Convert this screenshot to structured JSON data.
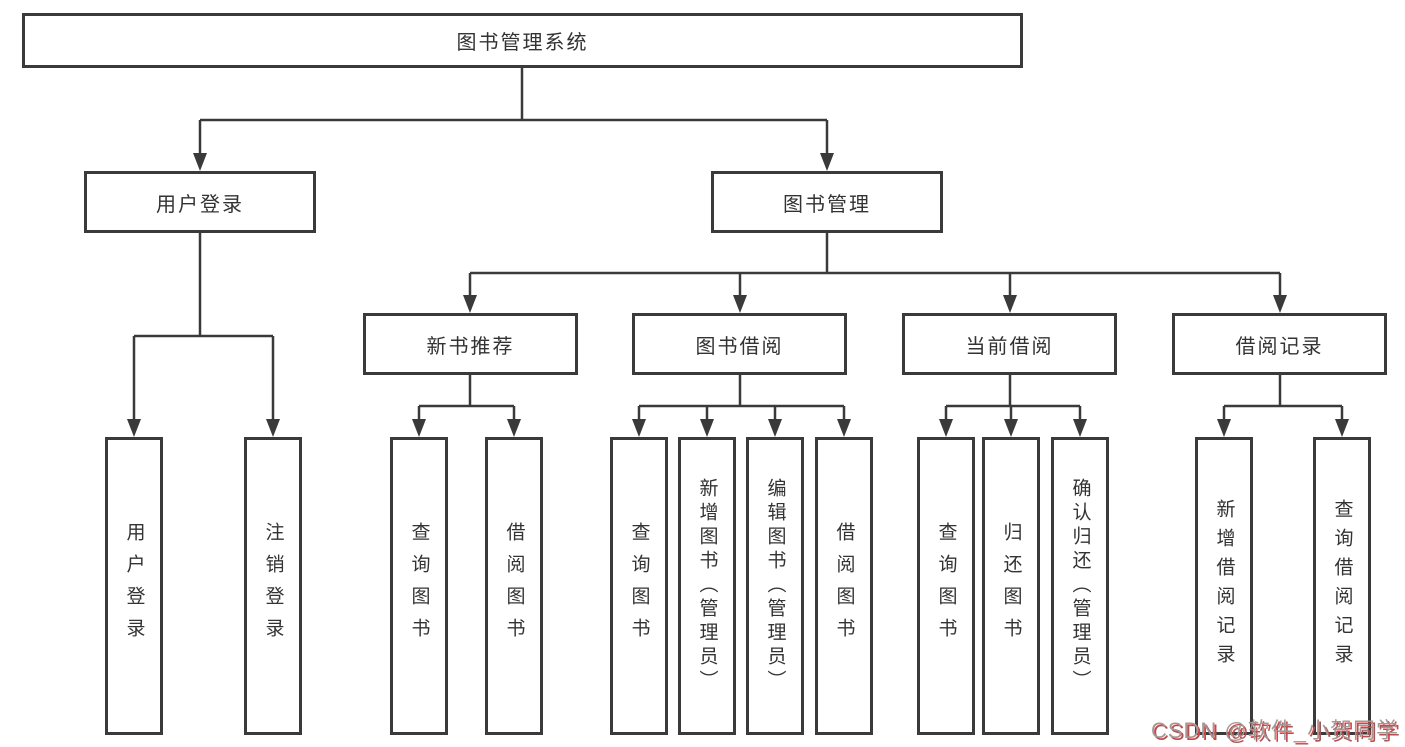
{
  "diagram": {
    "kind": "functional-structure-tree",
    "colors": {
      "line": "#3a3a3a",
      "box_border": "#3a3a3a",
      "text": "#333333",
      "background": "#ffffff"
    },
    "tree": {
      "root": {
        "label": "图书管理系统"
      },
      "children": [
        {
          "label": "用户登录",
          "children": [
            {
              "label": "用户登录"
            },
            {
              "label": "注销登录"
            }
          ]
        },
        {
          "label": "图书管理",
          "children": [
            {
              "label": "新书推荐",
              "children": [
                {
                  "label": "查询图书"
                },
                {
                  "label": "借阅图书"
                }
              ]
            },
            {
              "label": "图书借阅",
              "children": [
                {
                  "label": "查询图书"
                },
                {
                  "label": "新增图书（管理员）"
                },
                {
                  "label": "编辑图书（管理员）"
                },
                {
                  "label": "借阅图书"
                }
              ]
            },
            {
              "label": "当前借阅",
              "children": [
                {
                  "label": "查询图书"
                },
                {
                  "label": "归还图书"
                },
                {
                  "label": "确认归还（管理员）"
                }
              ]
            },
            {
              "label": "借阅记录",
              "children": [
                {
                  "label": "新增借阅记录"
                },
                {
                  "label": "查询借阅记录"
                }
              ]
            }
          ]
        }
      ]
    }
  },
  "watermark": {
    "text": "CSDN @软件_小贺同学",
    "color": "#9b9b9b",
    "shadow_color": "#cd4646"
  }
}
